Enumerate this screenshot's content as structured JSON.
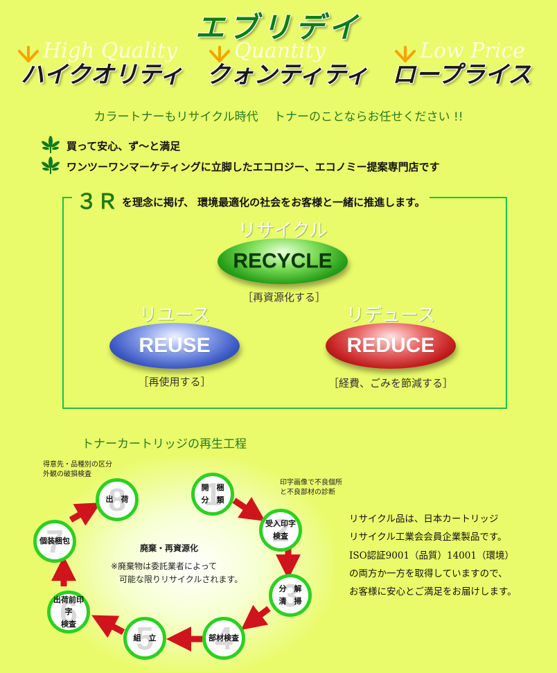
{
  "header": {
    "title": "エブリデイ",
    "ghost_words": [
      "High Quality",
      "Quantity",
      "Low Price"
    ],
    "main_words": [
      "ハイクオリティ",
      "クォンティティ",
      "ロープライス"
    ]
  },
  "tagline": "カラートナーもリサイクル時代　 トナーのことならお任せください !!",
  "features": [
    "買って安心、ず～と満足",
    "ワンツーワンマーケティングに立脚したエコロジー、エコノミー提案専門店です"
  ],
  "three_r": {
    "prefix": "３Ｒ",
    "heading": "を理念に掲げ、 環境最適化の社会をお客様と一緒に推進します。",
    "items": [
      {
        "kana": "リサイクル",
        "label": "RECYCLE",
        "desc": "［再資源化する］"
      },
      {
        "kana": "リユース",
        "label": "REUSE",
        "desc": "［再使用する］"
      },
      {
        "kana": "リデュース",
        "label": "REDUCE",
        "desc": "［経費、ごみを節減する］"
      }
    ]
  },
  "process": {
    "title": "トナーカートリッジの再生工程",
    "steps": [
      {
        "num": "1",
        "label": "開　梱\n分　類"
      },
      {
        "num": "2",
        "label": "受入印字\n検査"
      },
      {
        "num": "3",
        "label": "分　解\n清　掃"
      },
      {
        "num": "4",
        "label": "部材検査"
      },
      {
        "num": "5",
        "label": "組　立"
      },
      {
        "num": "6",
        "label": "出荷前印字\n検査"
      },
      {
        "num": "7",
        "label": "個装梱包"
      },
      {
        "num": "8",
        "label": "出　荷"
      }
    ],
    "note_top_left": "得意先・品種別の区分\n外観の破損検査",
    "note_step2": "印字画像で不良個所\nと不良部材の診断",
    "center_heading": "廃棄・再資源化",
    "center_note": "※廃棄物は委託業者によって\n　可能な限りリサイクルされます。"
  },
  "right_text": "リサイクル品は、日本カートリッジ\nリサイクル工業会会員企業製品です。\nISO認証9001（品質）14001（環境）\nの両方か一方を取得していますので、\nお客様に安心とご満足をお届けします。",
  "colors": {
    "background": "#e9fb6a",
    "accent_green": "#1d7b14",
    "arrow_red": "#d0141c",
    "ring_green": "#2bd022"
  }
}
